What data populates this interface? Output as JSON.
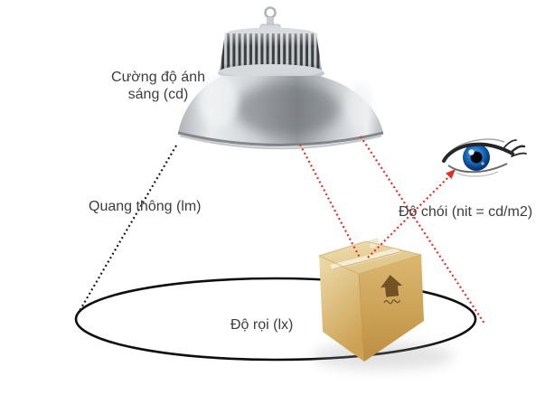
{
  "labels": {
    "luminous_intensity": "Cường độ ánh\nsáng (cd)",
    "luminous_flux": "Quang thông (lm)",
    "luminance": "Độ chói (nit = cd/m2)",
    "illuminance": "Độ rọi (lx)"
  },
  "icons": {
    "lamp": "highbay-led-lamp-icon",
    "eye": "eye-icon",
    "box": "cardboard-box-icon",
    "ground": "illuminated-area-ellipse"
  },
  "colors": {
    "red_dotted_line": "#dc3226",
    "black_dotted_line": "#1b1b1b",
    "label_text": "#3d3d3d",
    "box_tan": "#d8b269",
    "iris_blue": "#1a72c4",
    "background": "#ffffff"
  }
}
